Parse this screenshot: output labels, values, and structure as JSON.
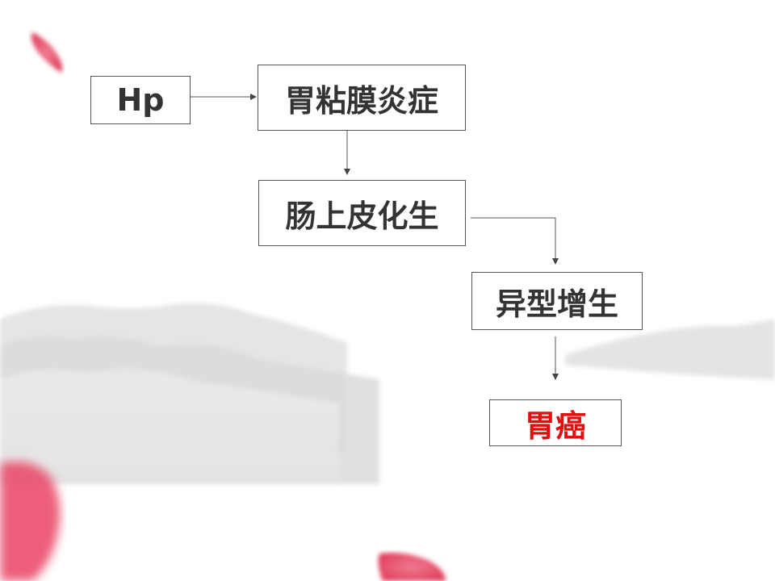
{
  "nodes": {
    "hp": "Hp",
    "gastritis": "胃粘膜炎症",
    "metaplasia": "肠上皮化生",
    "dysplasia": "异型增生",
    "cancer": "胃癌"
  },
  "colors": {
    "text": "#333333",
    "highlight": "#e01010",
    "petal": "#e8546e"
  }
}
